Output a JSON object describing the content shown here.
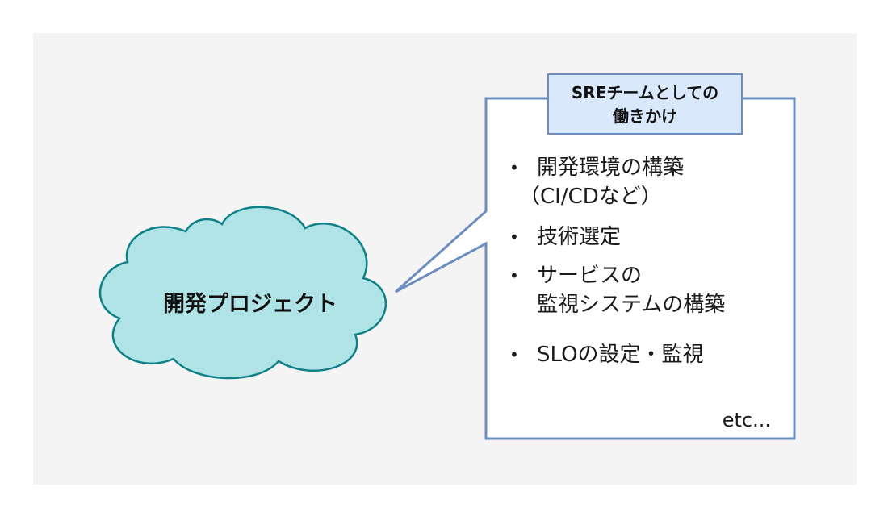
{
  "cloud": {
    "label": "開発プロジェクト",
    "fill": "#b0e3e6",
    "stroke": "#0e8088"
  },
  "callout": {
    "title_lines": [
      "SREチームとしての",
      "働きかけ"
    ],
    "title_fill": "#dae8fc",
    "border_color": "#6c8ebf",
    "items": [
      {
        "bullet": "•",
        "lines": [
          "開発環境の構築",
          "（CI/CDなど）"
        ]
      },
      {
        "bullet": "•",
        "lines": [
          "技術選定"
        ]
      },
      {
        "bullet": "•",
        "lines": [
          "サービスの",
          "監視システムの構築"
        ]
      },
      {
        "bullet": "•",
        "lines": [
          "SLOの設定・監視"
        ]
      }
    ],
    "footer": "etc..."
  },
  "background_color": "#f4f4f4"
}
